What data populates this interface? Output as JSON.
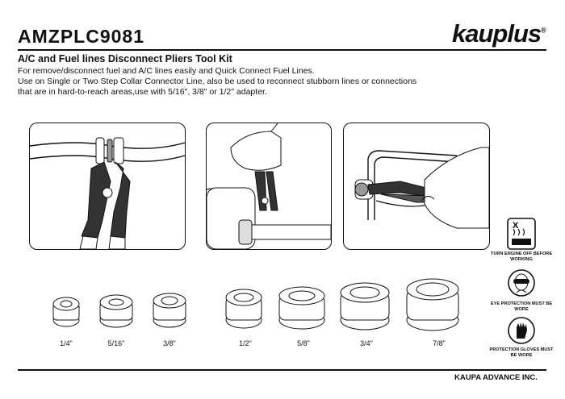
{
  "header": {
    "model": "AMZPLC9081",
    "brand": "kauplus",
    "brand_mark": "®"
  },
  "product": {
    "title": "A/C and Fuel lines Disconnect Pliers Tool Kit",
    "description": [
      "For remove/disconnect fuel and A/C lines easily and Quick Connect Fuel Lines.",
      "Use on Single or Two Step Collar Connector Line, also be used to reconnect stubborn lines or connections",
      "that are in hard-to-reach areas,use with 5/16\", 3/8\" or 1/2\" adapter."
    ]
  },
  "illustrations": [
    {
      "icon": "pliers-on-fuel-line-illustration"
    },
    {
      "icon": "hand-squeezing-pliers-illustration"
    },
    {
      "icon": "hand-using-pliers-on-ac-line-illustration"
    }
  ],
  "adapters": [
    "1/4\"",
    "5/16\"",
    "3/8\"",
    "1/2\"",
    "5/8\"",
    "3/4\"",
    "7/8\""
  ],
  "warnings": [
    {
      "icon": "engine-off-icon",
      "label": "TURN ENGINE OFF BEFORE WORKING"
    },
    {
      "icon": "eye-protection-icon",
      "label": "EYE PROTECTION MUST BE WORE"
    },
    {
      "icon": "gloves-icon",
      "label": "PROTECTION GLOVES MUST BE WORE"
    }
  ],
  "footer": {
    "company": "KAUPA ADVANCE INC."
  },
  "colors": {
    "ink": "#111111",
    "tool_grey": "#333333"
  }
}
